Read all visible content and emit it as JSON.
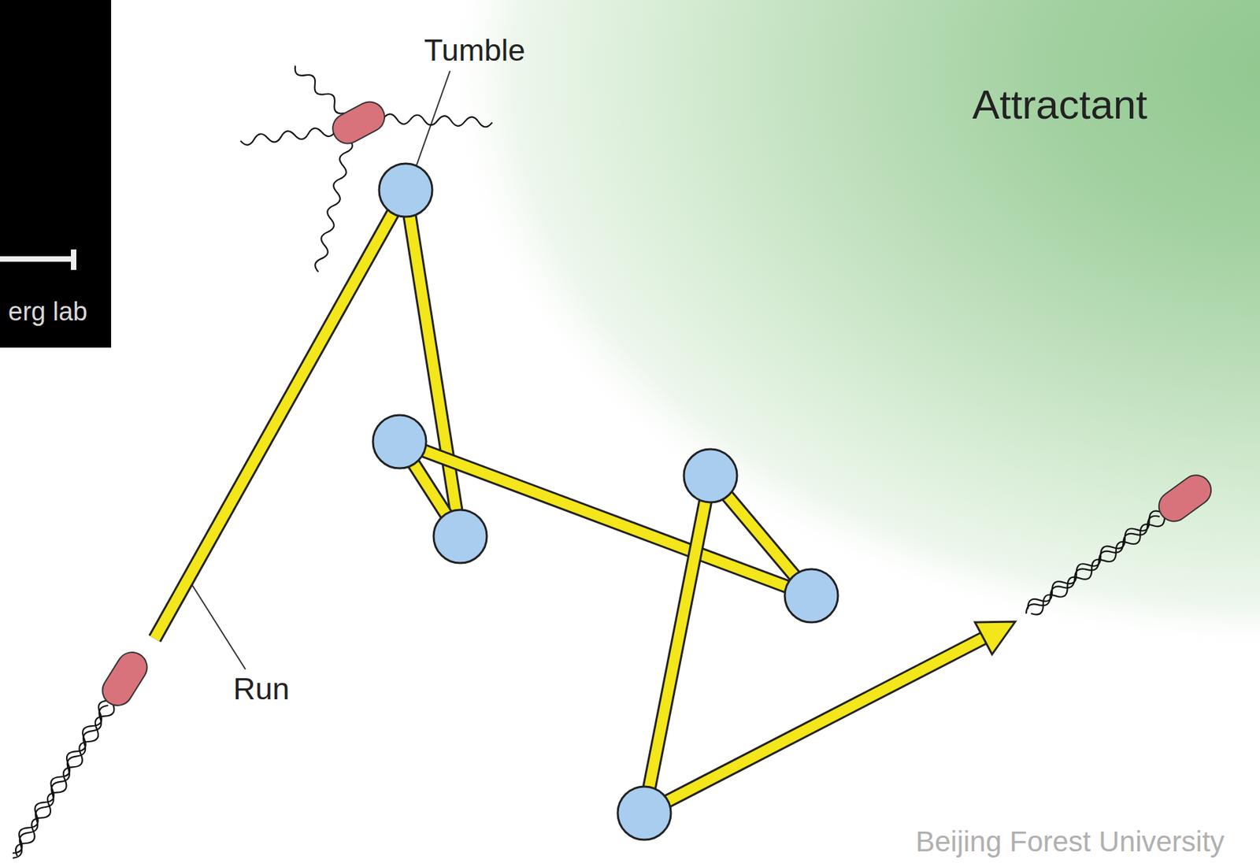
{
  "diagram": {
    "labels": [
      "erg lab",
      "Tumble",
      "Attractant",
      "Run",
      "Beijing Forest University"
    ]
  }
}
